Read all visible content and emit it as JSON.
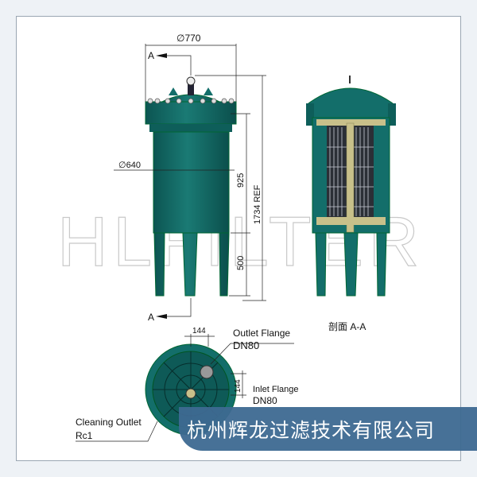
{
  "drawing": {
    "front_view": {
      "dia_top": "∅770",
      "dia_body": "∅640",
      "dim_body": "925",
      "dim_legs": "500",
      "dim_total": "1734 REF",
      "section_mark": "A"
    },
    "section_view": {
      "label": "剖面 A-A"
    },
    "top_view": {
      "dim_h": "144",
      "dim_v": "144",
      "outlet_label": "Outlet Flange",
      "outlet_size": "DN80",
      "inlet_label": "Inlet Flange",
      "inlet_size": "DN80",
      "cleaning_label": "Cleaning Outlet",
      "cleaning_size": "Rc1"
    }
  },
  "watermark": "HLFILTER",
  "banner": {
    "company": "杭州辉龙过滤技术有限公司"
  },
  "colors": {
    "vessel": "#136e6a",
    "vessel_dark": "#0c4e4c",
    "banner": "#3e6a92",
    "internal": "#c8c08a"
  }
}
